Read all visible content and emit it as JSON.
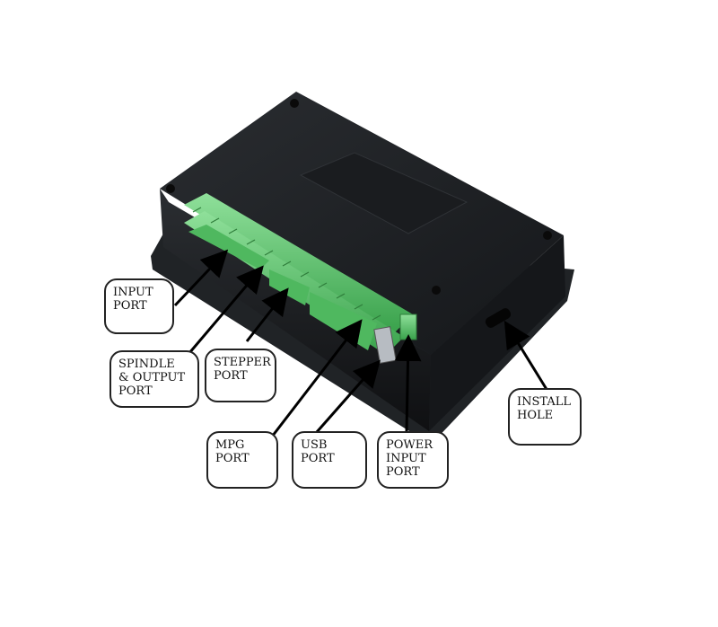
{
  "labels": {
    "input_port": "INPUT\nPORT",
    "spindle_output_port": "SPINDLE\n& OUTPUT\nPORT",
    "stepper_port": "STEPPER\nPORT",
    "mpg_port": "MPG PORT",
    "usb_port": "USB PORT",
    "power_input_port": "POWER\nINPUT\nPORT",
    "install_hole": "INSTALL\nHOLE"
  },
  "colors": {
    "housing": "#1e2124",
    "terminal_green": "#5cc46a",
    "label_border": "#222222"
  }
}
